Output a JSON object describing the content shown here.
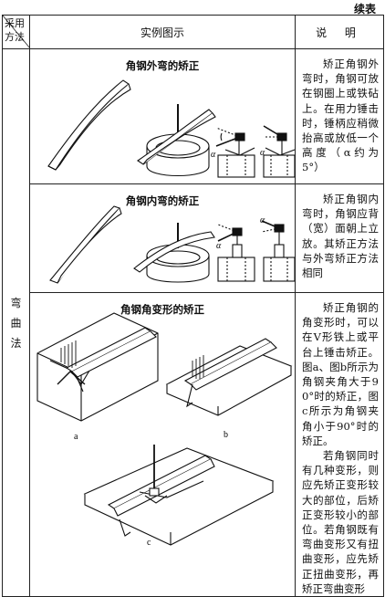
{
  "continued_label": "续表",
  "header": {
    "method_line1": "采用",
    "method_line2": "方法",
    "figure": "实例图示",
    "description": "说 明"
  },
  "method": "弯曲法",
  "rows": [
    {
      "title": "角钢外弯的矫正",
      "alpha_left": "α",
      "alpha_right": "α",
      "description": "矫正角钢外弯时，角钢可放在钢圈上或铁砧上。在用力锤击时，锤柄应稍微抬高或放低一个高度（α约为5°）"
    },
    {
      "title": "角钢内弯的矫正",
      "alpha_left": "α",
      "alpha_right": "α",
      "description": "矫正角钢内弯时，角钢应背（宽）面朝上立放。其矫正方法与外弯矫正方法相同"
    },
    {
      "title": "角钢角变形的矫正",
      "label_a": "a",
      "label_b": "b",
      "label_c": "c",
      "description_p1": "矫正角钢的角变形时，可以在V形铁上或平台上锤击矫正。图a、图b所示为角钢夹角大于90°时的矫正，图c所示为角钢夹角小于90°时的矫正。",
      "description_p2": "若角钢同时有几种变形，则应先矫正变形较大的部位，后矫正变形较小的部位。若角钢既有弯曲变形又有扭曲变形，应先矫正扭曲变形，再矫正弯曲变形"
    }
  ]
}
